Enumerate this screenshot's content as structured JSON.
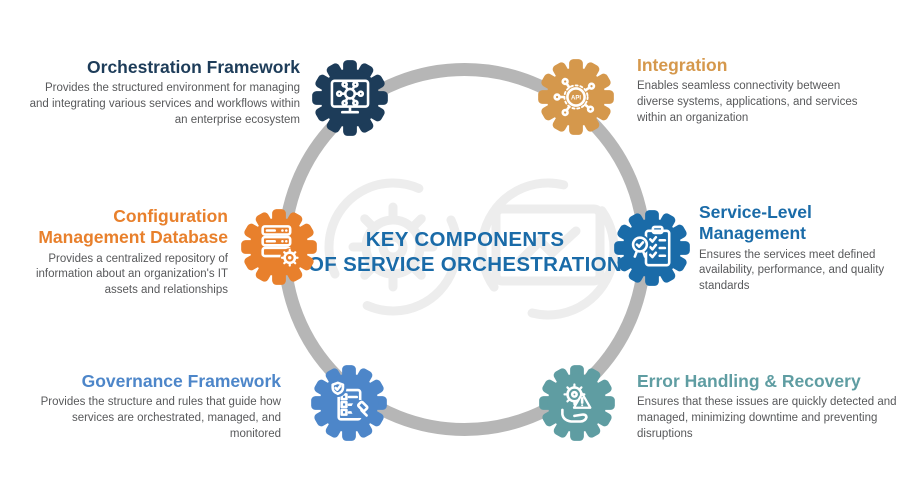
{
  "center": {
    "title_line1": "KEY COMPONENTS",
    "title_line2": "OF SERVICE ORCHESTRATION",
    "title_color": "#1a6ba8"
  },
  "ring": {
    "color": "#b6b6b6"
  },
  "watermark": {
    "color": "#ededed",
    "icons": [
      "gear-sync-icon",
      "monitor-sync-icon"
    ]
  },
  "components": [
    {
      "name": "Orchestration Framework",
      "description": "Provides the structured environment for managing and integrating various services and workflows within an enterprise ecosystem",
      "color": "#1d3c59",
      "icon": "monitor-network-icon"
    },
    {
      "name": "Integration",
      "description": "Enables seamless connectivity between diverse systems, applications, and services within an organization",
      "color": "#d5984c",
      "icon": "api-network-icon"
    },
    {
      "name": "Configuration Management Database",
      "description": "Provides a centralized repository of information about an organization's IT assets and relationships",
      "color": "#e8802c",
      "icon": "server-gear-icon"
    },
    {
      "name": "Service-Level Management",
      "description": "Ensures the services meet defined availability, performance, and quality standards",
      "color": "#1a6ba8",
      "icon": "clipboard-medal-icon"
    },
    {
      "name": "Governance Framework",
      "description": "Provides the structure and rules that guide how services are orchestrated, managed, and monitored",
      "color": "#4d86c9",
      "icon": "checklist-gavel-icon"
    },
    {
      "name": "Error Handling & Recovery",
      "description": "Ensures that these issues are quickly detected and managed, minimizing downtime and preventing disruptions",
      "color": "#5f9da2",
      "icon": "hand-gear-warning-icon"
    }
  ]
}
